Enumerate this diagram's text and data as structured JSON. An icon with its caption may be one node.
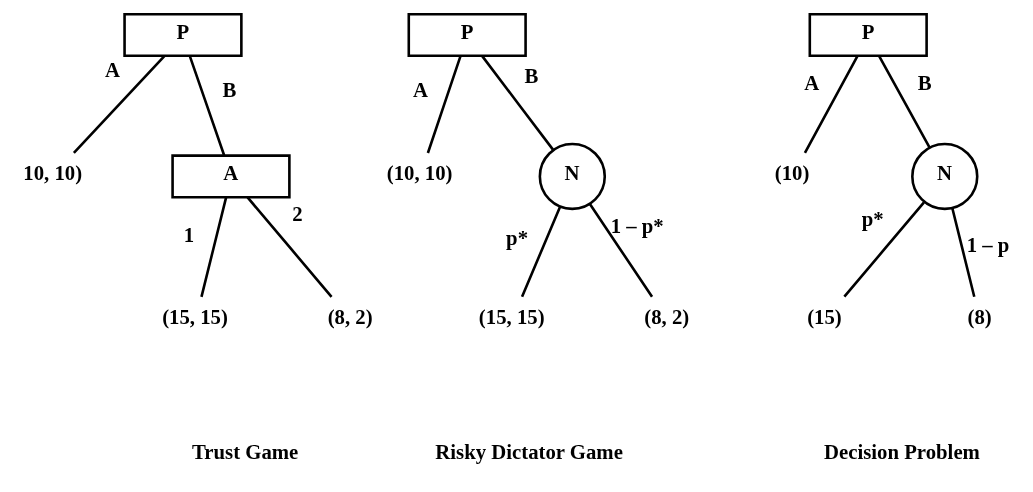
{
  "diagram": {
    "nodes": [
      {
        "text": [
          "P"
        ]
      },
      {
        "text": [
          "10, 10)"
        ]
      },
      {
        "text": [
          "A"
        ]
      },
      {
        "text": [
          "(15, 15)"
        ]
      },
      {
        "text": [
          "(8, 2)"
        ]
      },
      {
        "text": [
          "P"
        ]
      },
      {
        "text": [
          "(10, 10)"
        ]
      },
      {
        "text": [
          "N"
        ]
      },
      {
        "text": [
          "(15, 15)"
        ]
      },
      {
        "text": [
          "(8, 2)"
        ]
      },
      {
        "text": [
          "P"
        ]
      },
      {
        "text": [
          "(10)"
        ]
      },
      {
        "text": [
          "N"
        ]
      },
      {
        "text": [
          "(15)"
        ]
      },
      {
        "text": [
          "(8)"
        ]
      }
    ],
    "edges": [
      {
        "from": 0,
        "to": 1,
        "arrow": "none",
        "label": "A"
      },
      {
        "from": 0,
        "to": 2,
        "arrow": "none",
        "label": "B"
      },
      {
        "from": 2,
        "to": 3,
        "arrow": "none",
        "label": "1"
      },
      {
        "from": 2,
        "to": 4,
        "arrow": "none",
        "label": "2"
      },
      {
        "from": 5,
        "to": 6,
        "arrow": "none",
        "label": "A"
      },
      {
        "from": 5,
        "to": 7,
        "arrow": "none",
        "label": "B"
      },
      {
        "from": 7,
        "to": 8,
        "arrow": "none",
        "label": "p*"
      },
      {
        "from": 7,
        "to": 9,
        "arrow": "none",
        "label": "1 – p*"
      },
      {
        "from": 10,
        "to": 11,
        "arrow": "none",
        "label": "A"
      },
      {
        "from": 10,
        "to": 12,
        "arrow": "none",
        "label": "B"
      },
      {
        "from": 12,
        "to": 13,
        "arrow": "none",
        "label": "p*"
      },
      {
        "from": 12,
        "to": 14,
        "arrow": "none",
        "label": "1 – p"
      }
    ],
    "labels": [
      "Trust Game",
      "Risky Dictator Game",
      "Decision Problem"
    ]
  }
}
